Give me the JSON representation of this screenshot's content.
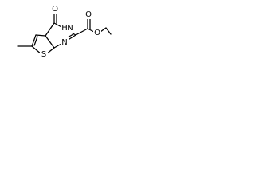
{
  "molecule": {
    "labels": {
      "ring_oxygen": "O",
      "amide_nitrogen": "N",
      "amide_hydrogen": "H",
      "ring_nitrogen": "N",
      "sulfur": "S",
      "ester_carbonyl_oxygen": "O",
      "ester_ether_oxygen": "O"
    },
    "colors": {
      "bond": "#000000",
      "background": "#ffffff"
    }
  }
}
